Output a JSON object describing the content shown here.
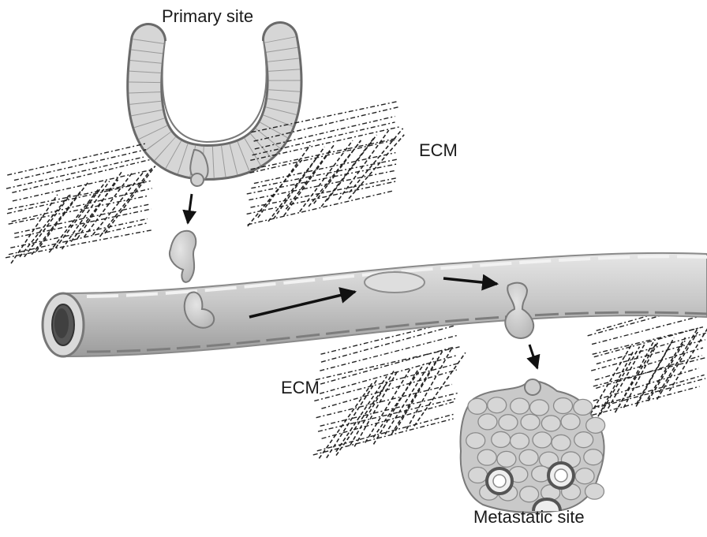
{
  "labels": {
    "primary_site": "Primary site",
    "ecm_top": "ECM",
    "ecm_bottom": "ECM",
    "metastatic_site": "Metastatic site"
  },
  "colors": {
    "cell_fill": "#cfcfcf",
    "cell_stroke": "#6e6e6e",
    "vessel_fill": "#c8c8c8",
    "vessel_edge": "#8a8a8a",
    "fiber": "#222222",
    "arrow": "#111111",
    "text": "#1a1a1a"
  }
}
